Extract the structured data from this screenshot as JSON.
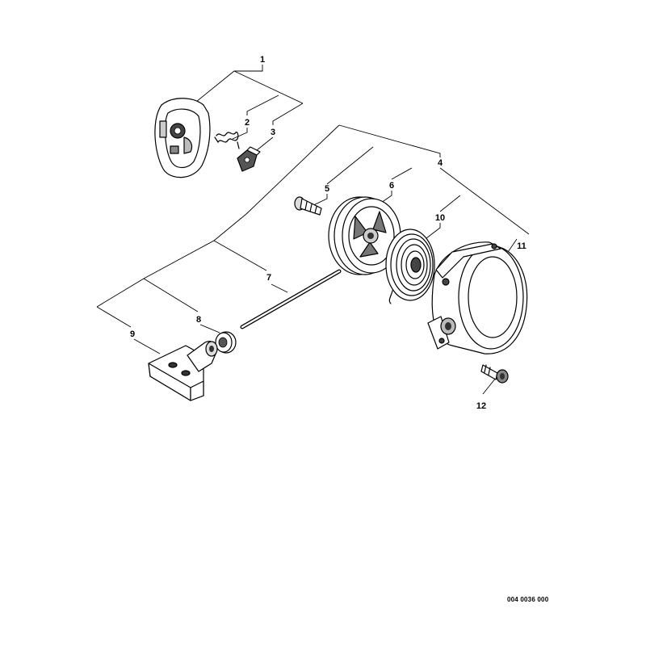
{
  "diagram": {
    "callouts": [
      {
        "id": "1",
        "label": "1"
      },
      {
        "id": "2",
        "label": "2"
      },
      {
        "id": "3",
        "label": "3"
      },
      {
        "id": "4",
        "label": "4"
      },
      {
        "id": "5",
        "label": "5"
      },
      {
        "id": "6",
        "label": "6"
      },
      {
        "id": "7",
        "label": "7"
      },
      {
        "id": "8",
        "label": "8"
      },
      {
        "id": "9",
        "label": "9"
      },
      {
        "id": "10",
        "label": "10"
      },
      {
        "id": "11",
        "label": "11"
      },
      {
        "id": "12",
        "label": "12"
      }
    ],
    "drawing_number": "004 0036 000",
    "colors": {
      "line": "#000000",
      "background": "#ffffff",
      "shade": "#555555"
    }
  }
}
